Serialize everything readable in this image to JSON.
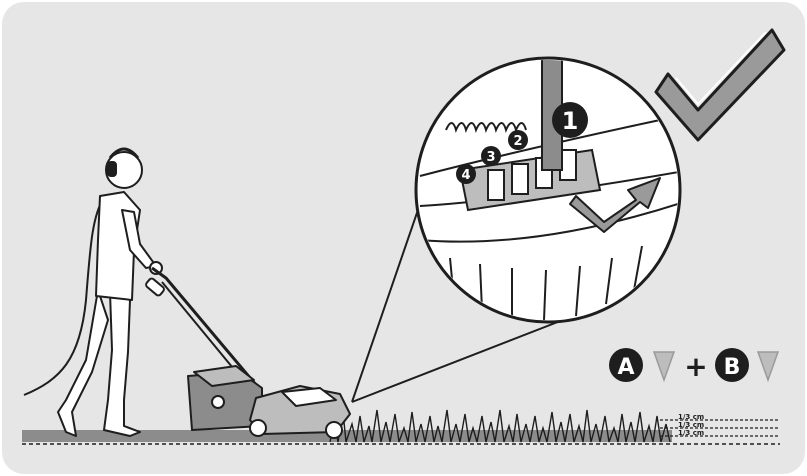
{
  "colors": {
    "panel": "#e6e6e6",
    "ink": "#1e1e1e",
    "ground": "#8c8c8c",
    "mower": "#bdbdbd",
    "check_fill": "#9a9a9a"
  },
  "callouts": {
    "num_1": "1",
    "num_2": "2",
    "num_3": "3",
    "num_4": "4"
  },
  "formula": {
    "badge_a": "A",
    "plus": "+",
    "badge_b": "B"
  },
  "ground_levels": [
    "1/3 cm",
    "1/3 cm",
    "1/3 cm"
  ],
  "icons": [
    "check-mark-icon",
    "arrow-icon",
    "down-triangle-icon"
  ]
}
